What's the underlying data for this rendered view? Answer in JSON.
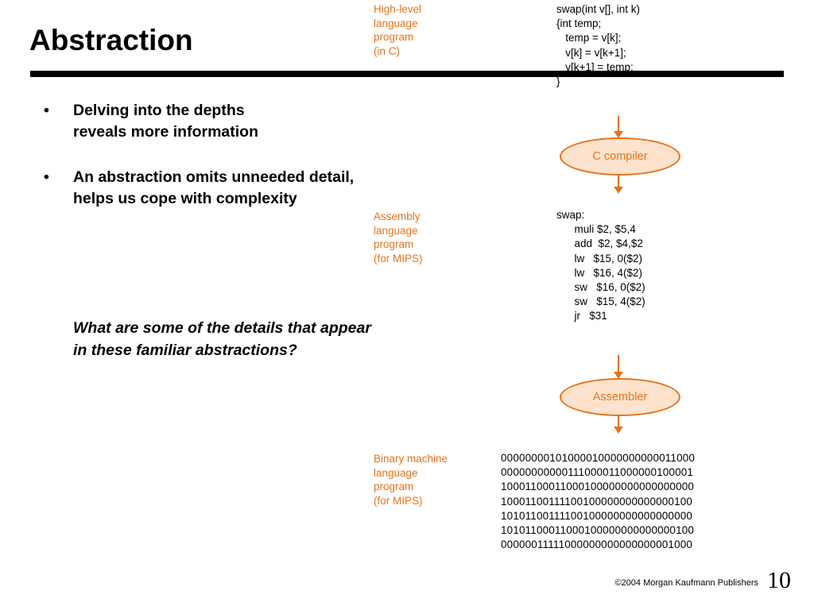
{
  "slide": {
    "title": "Abstraction",
    "bullets": [
      {
        "text": "Delving into the depths\nreveals more information"
      },
      {
        "text": "An abstraction omits unneeded detail,\nhelps us cope with complexity"
      }
    ],
    "question": "What are some of the details that appear in these familiar abstractions?",
    "bullet_symbol": "•"
  },
  "diagram": {
    "levels": [
      {
        "label": "High-level\nlanguage\nprogram\n(in C)",
        "code": "swap(int v[], int k)\n{int temp;\n   temp = v[k];\n   v[k] = v[k+1];\n   v[k+1] = temp;\n}"
      },
      {
        "label": "Assembly\nlanguage\nprogram\n(for MIPS)",
        "code": "swap:\n      muli $2, $5,4\n      add  $2, $4,$2\n      lw   $15, 0($2)\n      lw   $16, 4($2)\n      sw   $16, 0($2)\n      sw   $15, 4($2)\n      jr   $31"
      },
      {
        "label": "Binary machine\nlanguage\nprogram\n(for MIPS)",
        "code": "00000000101000010000000000011000\n00000000000111000011000000100001\n10001100011000100000000000000000\n10001100111100100000000000000100\n10101100111100100000000000000000\n10101100011000100000000000000100\n00000011111000000000000000001000"
      }
    ],
    "translators": [
      "C compiler",
      "Assembler"
    ],
    "accent_color": "#e5731b",
    "oval_fill": "#fde3cd"
  },
  "footer": {
    "copyright": "©2004 Morgan Kaufmann Publishers",
    "page_number": "10"
  }
}
